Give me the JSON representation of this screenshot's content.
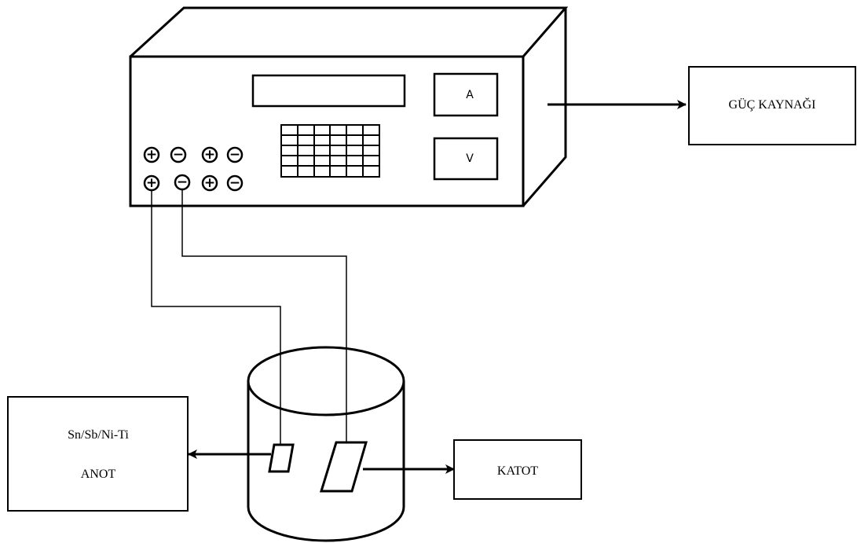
{
  "device": {
    "ammeter_label": "A",
    "voltmeter_label": "V"
  },
  "labels": {
    "power_supply": "GÜÇ KAYNAĞI",
    "anode_material": "Sn/Sb/Ni-Ti",
    "anode": "ANOT",
    "cathode": "KATOT"
  },
  "terminals": {
    "row1": [
      "+",
      "−",
      "+",
      "−"
    ],
    "row2": [
      "+",
      "−",
      "+",
      "−"
    ]
  }
}
